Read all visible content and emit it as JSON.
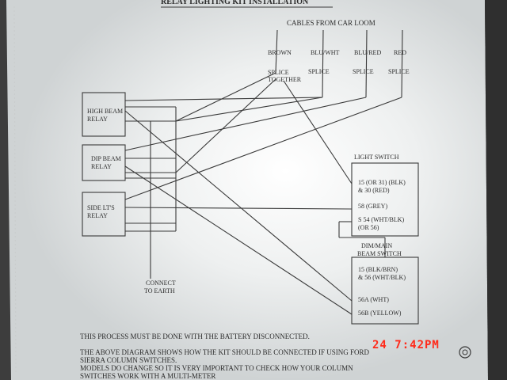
{
  "document": {
    "title": "RELAY LIGHTING KIT INSTALLATION",
    "cables_header": "CABLES FROM CAR LOOM",
    "cables": [
      {
        "color": "BROWN",
        "splice": "SPLICE TOGETHER"
      },
      {
        "color": "BLU/WHT",
        "splice": "SPLICE"
      },
      {
        "color": "BLU/RED",
        "splice": "SPLICE"
      },
      {
        "color": "RED",
        "splice": "SPLICE"
      }
    ],
    "relays": [
      {
        "line1": "HIGH BEAM",
        "line2": "RELAY"
      },
      {
        "line1": "DIP BEAM",
        "line2": "RELAY"
      },
      {
        "line1": "SIDE LT'S",
        "line2": "RELAY"
      }
    ],
    "earth": {
      "line1": "CONNECT",
      "line2": "TO EARTH"
    },
    "light_switch": {
      "title": "LIGHT SWITCH",
      "terminals": [
        "15 (OR 31) (BLK)",
        "& 30 (RED)",
        "58 (GREY)",
        "S 54 (WHT/BLK)",
        "(OR 56)"
      ]
    },
    "dim_switch": {
      "title_line1": "DIM/MAIN",
      "title_line2": "BEAM SWITCH",
      "terminals": [
        "15 (BLK/BRN)",
        "& 56 (WHT/BLK)",
        "56A (WHT)",
        "56B (YELLOW)"
      ]
    },
    "notes": [
      "THIS PROCESS MUST BE DONE WITH THE BATTERY DISCONNECTED.",
      "THE ABOVE DIAGRAM SHOWS HOW THE KIT SHOULD BE CONNECTED IF USING FORD",
      "SIERRA COLUMN SWITCHES.",
      "MODELS DO CHANGE SO IT IS VERY IMPORTANT TO CHECK HOW YOUR COLUMN",
      "SWITCHES WORK WITH A MULTI-METER"
    ]
  },
  "camera_stamp": "24  7:42PM",
  "colors": {
    "paper": "#e9ecec",
    "ink": "#2c2c2c",
    "stamp": "#ff2a1a"
  }
}
